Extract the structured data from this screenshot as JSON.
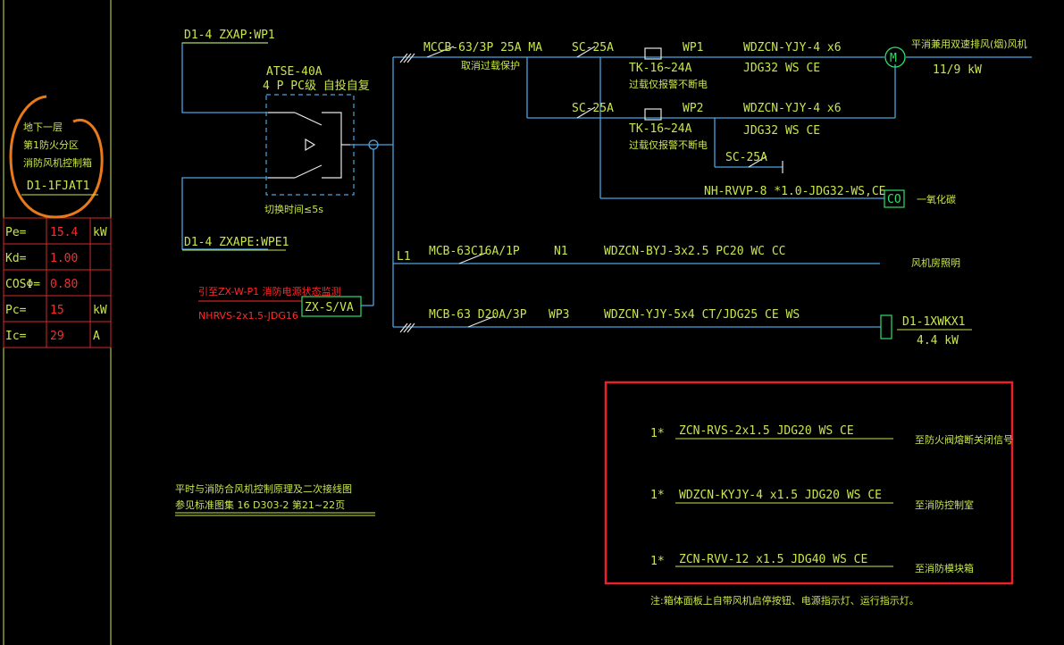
{
  "colors": {
    "background": "#000000",
    "wire": "#4aa3e0",
    "text": "#c8e64b",
    "frame": "#c8e64b",
    "table": "#d42a2a",
    "red_text": "#ff2a2a",
    "note_highlight": "#e87a1a",
    "highlight_box": "#e8222a",
    "symbol": "#e6e6e6",
    "motor": "#2ee06a"
  },
  "panel": {
    "lines": [
      "地下一层",
      "第1防火分区",
      "消防风机控制箱"
    ],
    "code": "D1-1FJAT1"
  },
  "params": [
    {
      "label": "Pe=",
      "value": "15.4",
      "unit": "kW"
    },
    {
      "label": "Kd=",
      "value": "1.00",
      "unit": ""
    },
    {
      "label": "COSΦ=",
      "value": "0.80",
      "unit": ""
    },
    {
      "label": "Pc=",
      "value": "15",
      "unit": "kW"
    },
    {
      "label": "Ic=",
      "value": "29",
      "unit": "A"
    }
  ],
  "inputs": {
    "main": "D1-4 ZXAP:WP1",
    "backup": "D1-4 ZXAPE:WPE1"
  },
  "atse": {
    "model": "ATSE-40A",
    "desc": "4 P  PC级  自投自复",
    "switch_time": "切换时间≤5s"
  },
  "control_signal": {
    "line1": "引至ZX-W-P1  消防电源状态监测",
    "line2": "NHRVS-2x1.5-JDG16",
    "module": "ZX-S/VA"
  },
  "circuits": {
    "fan_breaker": "MCCB-63/3P 25A MA",
    "fan_breaker_note": "取消过载保护",
    "contactor": "SC-25A",
    "relay": "TK-16~24A",
    "relay_note": "过载仅报警不断电",
    "wp1": "WP1",
    "wp2": "WP2",
    "cable": "WDZCN-YJY-4 x6",
    "conduit": "JDG32  WS  CE",
    "fan_name": "平消兼用双速排风(烟)风机",
    "fan_power": "11/9 kW",
    "sc3": "SC-25A",
    "co_cable": "NH-RVVP-8 *1.0-JDG32-WS,CE",
    "co_label": "CO",
    "co_name": "一氧化碳",
    "l1": "L1",
    "light_breaker": "MCB-63C16A/1P",
    "n1": "N1",
    "light_cable": "WDZCN-BYJ-3x2.5  PC20  WC  CC",
    "light_name": "风机房照明",
    "wp3_breaker": "MCB-63  D20A/3P",
    "wp3": "WP3",
    "wp3_cable": "WDZCN-YJY-5x4  CT/JDG25  CE  WS",
    "wp3_dest": "D1-1XWKX1",
    "wp3_power": "4.4 kW"
  },
  "reference": {
    "line1": "平时与消防合风机控制原理及二次接线图",
    "line2": "参见标准图集 16 D303-2  第21~22页"
  },
  "box": {
    "rows": [
      {
        "prefix": "1*",
        "cable": "ZCN-RVS-2x1.5  JDG20  WS  CE",
        "dest": "至防火阀熔断关闭信号"
      },
      {
        "prefix": "1*",
        "cable": "WDZCN-KYJY-4 x1.5  JDG20  WS  CE",
        "dest": "至消防控制室"
      },
      {
        "prefix": "1*",
        "cable": "ZCN-RVV-12 x1.5  JDG40  WS  CE",
        "dest": "至消防模块箱"
      }
    ]
  },
  "note": "注:箱体面板上自带风机启停按钮、电源指示灯、运行指示灯。"
}
